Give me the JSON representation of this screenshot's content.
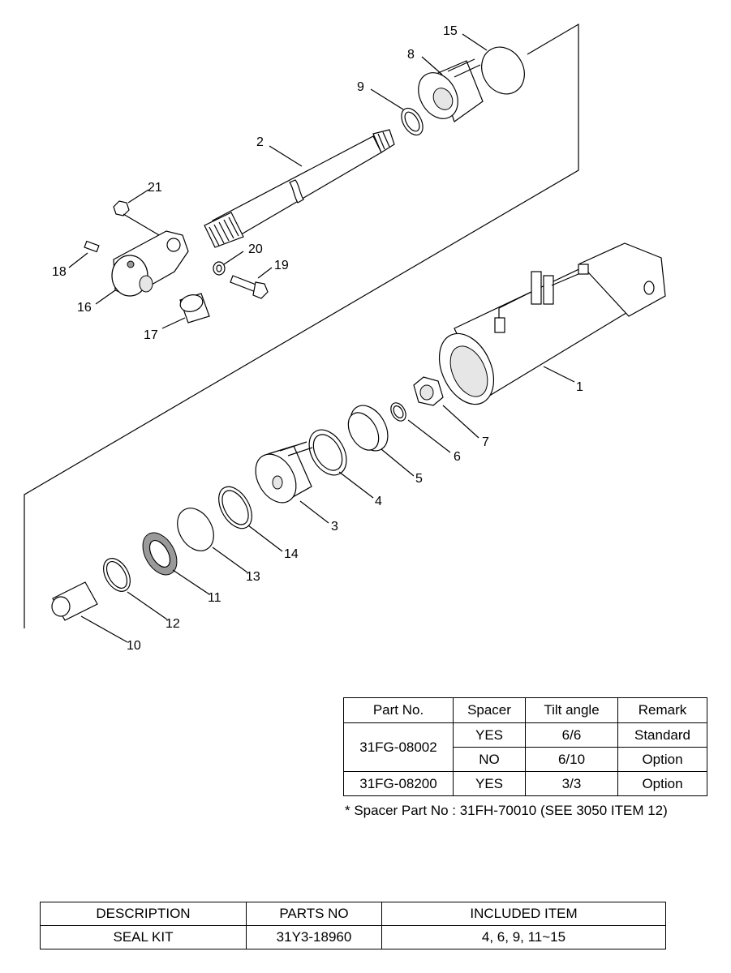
{
  "callouts": {
    "c1": "1",
    "c2": "2",
    "c3": "3",
    "c4": "4",
    "c5": "5",
    "c6": "6",
    "c7": "7",
    "c8": "8",
    "c9": "9",
    "c10": "10",
    "c11": "11",
    "c12": "12",
    "c13": "13",
    "c14": "14",
    "c15": "15",
    "c16": "16",
    "c17": "17",
    "c18": "18",
    "c19": "19",
    "c20": "20",
    "c21": "21"
  },
  "spacer_table": {
    "headers": [
      "Part No.",
      "Spacer",
      "Tilt angle",
      "Remark"
    ],
    "rows": [
      {
        "part_no": "31FG-08002",
        "spacer": "YES",
        "tilt": "6/6",
        "remark": "Standard"
      },
      {
        "spacer": "NO",
        "tilt": "6/10",
        "remark": "Option"
      },
      {
        "part_no": "31FG-08200",
        "spacer": "YES",
        "tilt": "3/3",
        "remark": "Option"
      }
    ],
    "note": "* Spacer Part No : 31FH-70010 (SEE 3050 ITEM 12)"
  },
  "kit_table": {
    "headers": [
      "DESCRIPTION",
      "PARTS NO",
      "INCLUDED ITEM"
    ],
    "row": {
      "description": "SEAL KIT",
      "parts_no": "31Y3-18960",
      "included": "4, 6, 9, 11~15"
    }
  }
}
